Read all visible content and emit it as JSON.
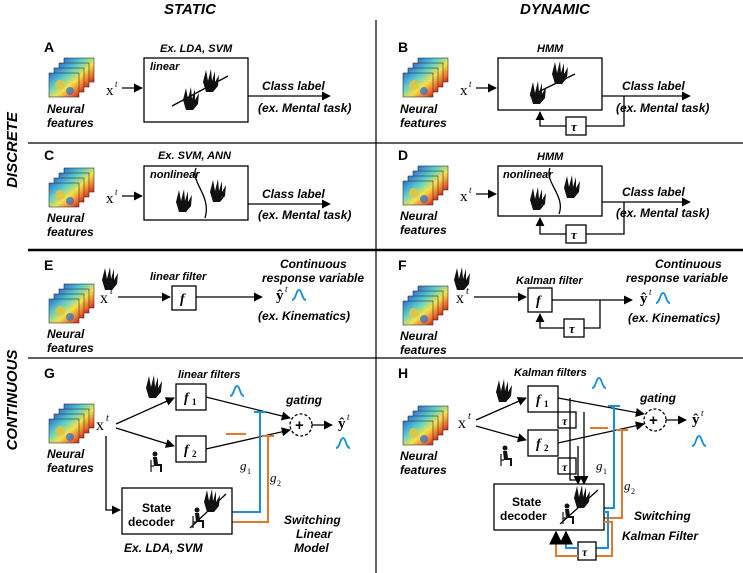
{
  "headers": {
    "static": "STATIC",
    "dynamic": "DYNAMIC",
    "discrete": "DISCRETE",
    "continuous": "CONTINUOUS"
  },
  "panels": {
    "A": {
      "letter": "A",
      "method": "Ex. LDA, SVM",
      "boundary": "linear",
      "output1": "Class label",
      "output2": "(ex. Mental task)"
    },
    "B": {
      "letter": "B",
      "method": "HMM",
      "output1": "Class label",
      "output2": "(ex. Mental task)",
      "delay": "τ"
    },
    "C": {
      "letter": "C",
      "method": "Ex. SVM, ANN",
      "boundary": "nonlinear",
      "output1": "Class label",
      "output2": "(ex. Mental task)"
    },
    "D": {
      "letter": "D",
      "method": "HMM",
      "boundary": "nonlinear",
      "output1": "Class label",
      "output2": "(ex. Mental task)",
      "delay": "τ"
    },
    "E": {
      "letter": "E",
      "filter": "linear filter",
      "f": "f",
      "resp1": "Continuous",
      "resp2": "response variable",
      "yhat": "ŷ",
      "tsup": "t",
      "kin": "(ex. Kinematics)"
    },
    "F": {
      "letter": "F",
      "filter": "Kalman filter",
      "f": "f",
      "resp1": "Continuous",
      "resp2": "response variable",
      "yhat": "ŷ",
      "tsup": "t",
      "kin": "(ex. Kinematics)",
      "delay": "τ"
    },
    "G": {
      "letter": "G",
      "filters": "linear filters",
      "f1": "f",
      "f2": "f",
      "sub1": "1",
      "sub2": "2",
      "gating": "gating",
      "plus": "+",
      "yhat": "ŷ",
      "tsup": "t",
      "g1": "g",
      "g2": "g",
      "sd1": "State",
      "sd2": "decoder",
      "ex": "Ex. LDA, SVM",
      "sw1": "Switching",
      "sw2": "Linear",
      "sw3": "Model"
    },
    "H": {
      "letter": "H",
      "filters": "Kalman filters",
      "f1": "f",
      "f2": "f",
      "sub1": "1",
      "sub2": "2",
      "gating": "gating",
      "plus": "+",
      "yhat": "ŷ",
      "tsup": "t",
      "g1": "g",
      "g2": "g",
      "sd1": "State",
      "sd2": "decoder",
      "sw1": "Switching",
      "sw2": "Kalman Filter",
      "delay": "τ"
    }
  },
  "common": {
    "neural1": "Neural",
    "neural2": "features",
    "x": "x",
    "tsup": "t"
  },
  "colors": {
    "blue": "#1a8fd8",
    "orange": "#e07a2c"
  }
}
